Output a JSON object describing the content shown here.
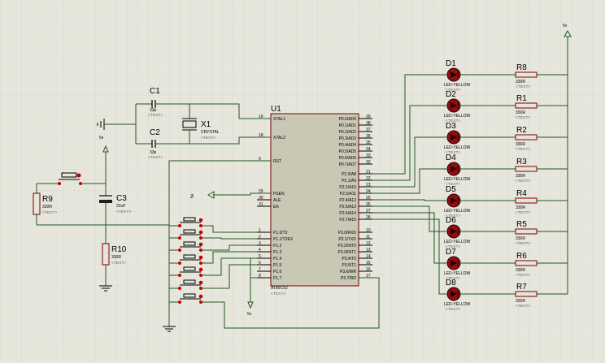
{
  "chip": {
    "ref": "U1",
    "part": "AT89C52",
    "text": "<TEXT>",
    "left_pins": [
      {
        "num": "19",
        "name": "XTAL1"
      },
      {
        "num": "18",
        "name": "XTAL2"
      },
      {
        "num": "9",
        "name": "RST"
      },
      {
        "num": "29",
        "name": "PSEN"
      },
      {
        "num": "30",
        "name": "ALE"
      },
      {
        "num": "31",
        "name": "EA"
      },
      {
        "num": "1",
        "name": "P1.0/T2"
      },
      {
        "num": "2",
        "name": "P1.1/T2EX"
      },
      {
        "num": "3",
        "name": "P1.2"
      },
      {
        "num": "4",
        "name": "P1.3"
      },
      {
        "num": "5",
        "name": "P1.4"
      },
      {
        "num": "6",
        "name": "P1.5"
      },
      {
        "num": "7",
        "name": "P1.6"
      },
      {
        "num": "8",
        "name": "P1.7"
      }
    ],
    "right_pins": [
      {
        "num": "39",
        "name": "P0.0/AD0"
      },
      {
        "num": "38",
        "name": "P0.1/AD1"
      },
      {
        "num": "37",
        "name": "P0.2/AD2"
      },
      {
        "num": "36",
        "name": "P0.3/AD3"
      },
      {
        "num": "35",
        "name": "P0.4/AD4"
      },
      {
        "num": "34",
        "name": "P0.5/AD5"
      },
      {
        "num": "33",
        "name": "P0.6/AD6"
      },
      {
        "num": "32",
        "name": "P0.7/AD7"
      },
      {
        "num": "21",
        "name": "P2.0/A8"
      },
      {
        "num": "22",
        "name": "P2.1/A9"
      },
      {
        "num": "23",
        "name": "P2.2/A10"
      },
      {
        "num": "24",
        "name": "P2.3/A11"
      },
      {
        "num": "25",
        "name": "P2.4/A12"
      },
      {
        "num": "26",
        "name": "P2.5/A13"
      },
      {
        "num": "27",
        "name": "P2.6/A14"
      },
      {
        "num": "28",
        "name": "P2.7/A15"
      },
      {
        "num": "10",
        "name": "P3.0/RXD"
      },
      {
        "num": "11",
        "name": "P3.1/TXD"
      },
      {
        "num": "12",
        "name": "P3.2/INT0"
      },
      {
        "num": "13",
        "name": "P3.3/INT1"
      },
      {
        "num": "14",
        "name": "P3.4/T0"
      },
      {
        "num": "15",
        "name": "P3.5/T1"
      },
      {
        "num": "16",
        "name": "P3.6/WR"
      },
      {
        "num": "17",
        "name": "P3.7/RD"
      }
    ]
  },
  "leds": [
    {
      "ref": "D1",
      "value": "LED-YELLOW",
      "text": "<TEXT>"
    },
    {
      "ref": "D2",
      "value": "LED-YELLOW",
      "text": "<TEXT>"
    },
    {
      "ref": "D3",
      "value": "LED-YELLOW",
      "text": "<TEXT>"
    },
    {
      "ref": "D4",
      "value": "LED-YELLOW",
      "text": "<TEXT>"
    },
    {
      "ref": "D5",
      "value": "LED-YELLOW",
      "text": "<TEXT>"
    },
    {
      "ref": "D6",
      "value": "LED-YELLOW",
      "text": "<TEXT>"
    },
    {
      "ref": "D7",
      "value": "LED-YELLOW",
      "text": "<TEXT>"
    },
    {
      "ref": "D8",
      "value": "LED-YELLOW",
      "text": "<TEXT>"
    }
  ],
  "led_resistors": [
    {
      "ref": "R8",
      "value": "330R",
      "text": "<TEXT>"
    },
    {
      "ref": "R1",
      "value": "330R",
      "text": "<TEXT>"
    },
    {
      "ref": "R2",
      "value": "330R",
      "text": "<TEXT>"
    },
    {
      "ref": "R3",
      "value": "330R",
      "text": "<TEXT>"
    },
    {
      "ref": "R4",
      "value": "330R",
      "text": "<TEXT>"
    },
    {
      "ref": "R5",
      "value": "330R",
      "text": "<TEXT>"
    },
    {
      "ref": "R6",
      "value": "330R",
      "text": "<TEXT>"
    },
    {
      "ref": "R7",
      "value": "330R",
      "text": "<TEXT>"
    }
  ],
  "c1": {
    "ref": "C1",
    "value": "33p",
    "text": "<TEXT>"
  },
  "c2": {
    "ref": "C2",
    "value": "33p",
    "text": "<TEXT>"
  },
  "c3": {
    "ref": "C3",
    "value": "22uF",
    "text": "<TEXT>"
  },
  "x1": {
    "ref": "X1",
    "value": "CRYSTAL",
    "text": "<TEXT>"
  },
  "r9": {
    "ref": "R9",
    "value": "330R",
    "text": "<TEXT>"
  },
  "r10": {
    "ref": "R10",
    "value": "330R",
    "text": "<TEXT>"
  },
  "power": {
    "vcc_top": "5v",
    "vcc_left": "5v",
    "vcc_ea": "5v",
    "vcc_bottom": "5v"
  },
  "colors": {
    "background": "#e6e6dc",
    "grid": "#d2d2c4",
    "wire": "#1f5a1f",
    "outline": "#7a0000",
    "chip_fill": "#c8c8b4",
    "led": "#8c1010",
    "pin_dot": "#c80000"
  }
}
